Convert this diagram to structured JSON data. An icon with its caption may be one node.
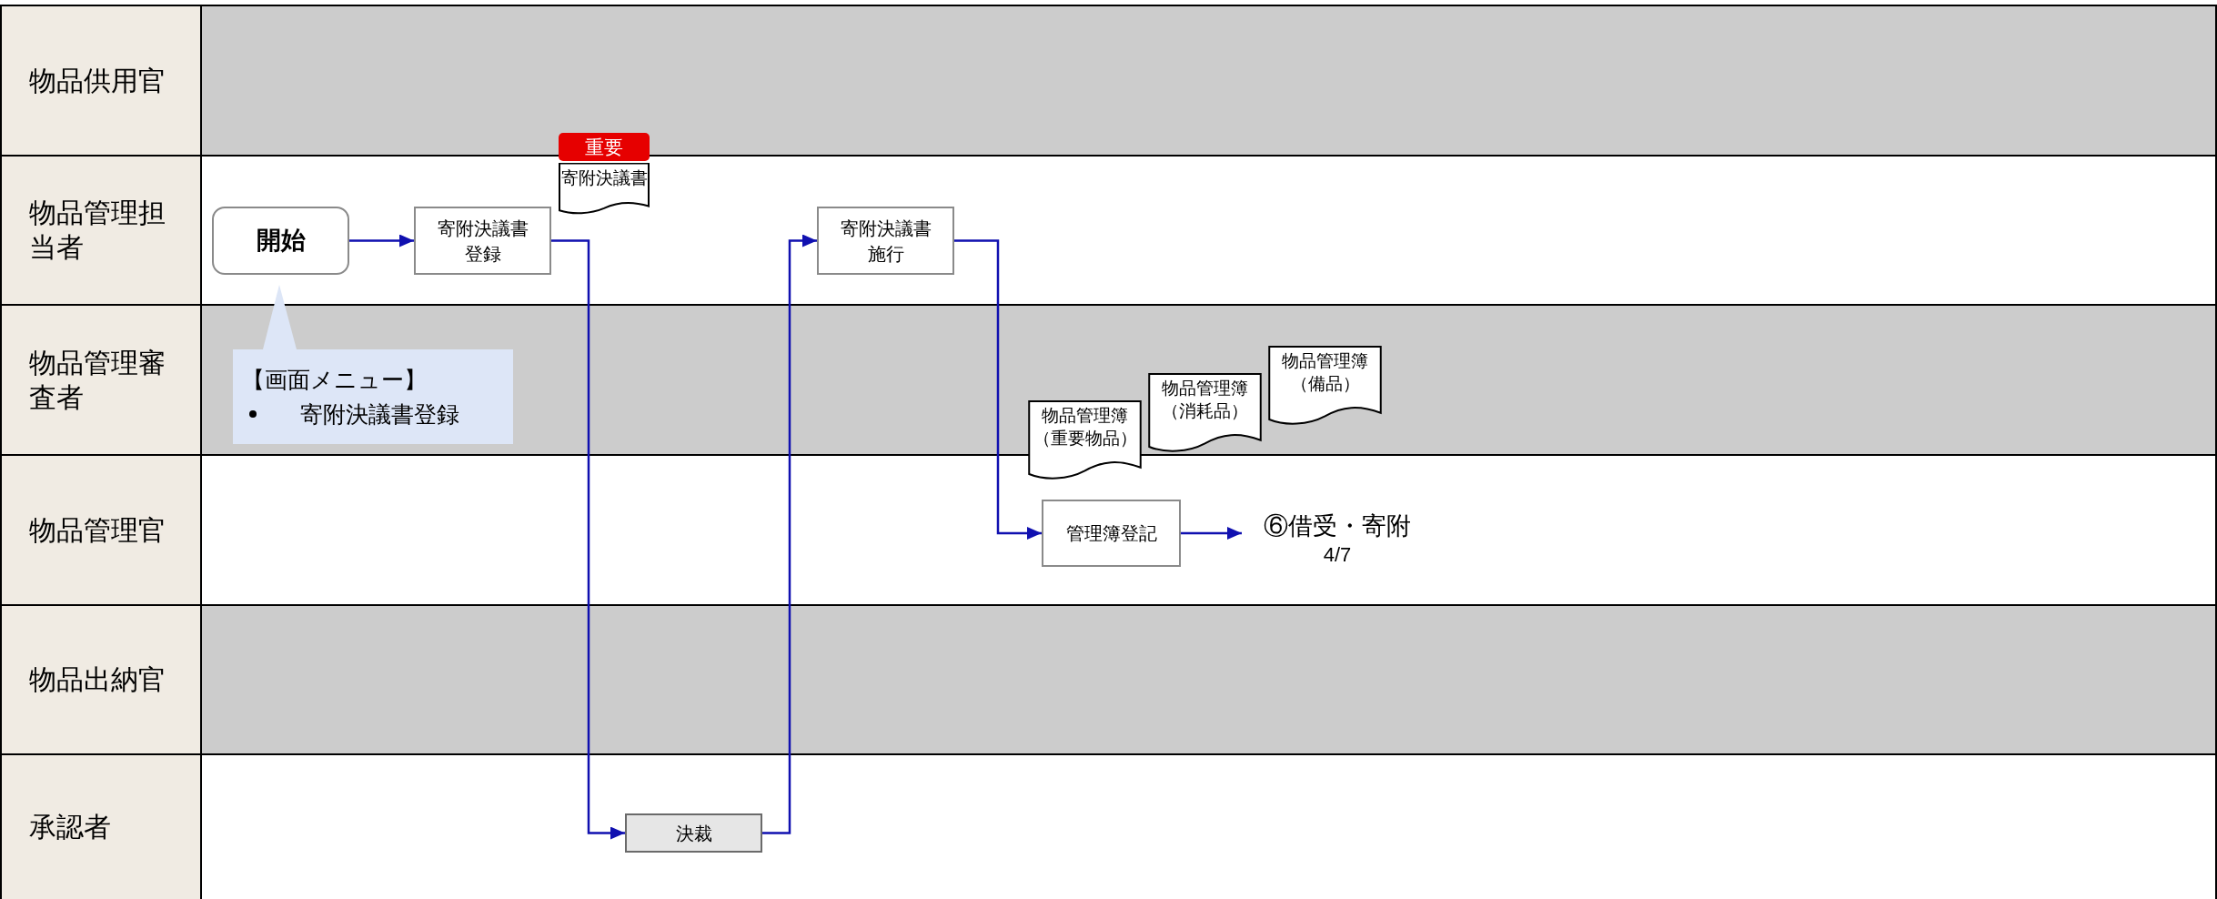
{
  "diagram": {
    "nodes": [
      {
        "text": [
          "物品供用官"
        ]
      },
      {
        "text": [
          "物品管理担当者"
        ]
      },
      {
        "text": [
          "物品管理審査者"
        ]
      },
      {
        "text": [
          "物品管理官"
        ]
      },
      {
        "text": [
          "物品出納官"
        ]
      },
      {
        "text": [
          "承認者"
        ]
      },
      {
        "text": [
          "開始"
        ]
      },
      {
        "text": [
          "寄附決議書登録"
        ]
      },
      {
        "text": [
          "重要"
        ]
      },
      {
        "text": [
          "寄附決議書"
        ]
      },
      {
        "text": [
          "寄附決議書施行"
        ]
      },
      {
        "text": [
          "決裁"
        ]
      },
      {
        "text": [
          "管理簿登記"
        ]
      },
      {
        "text": [
          "物品管理簿（重要物品）"
        ]
      },
      {
        "text": [
          "物品管理簿（消耗品）"
        ]
      },
      {
        "text": [
          "物品管理簿（備品）"
        ]
      },
      {
        "text": [
          "⑥借受・寄附",
          "4/7"
        ]
      },
      {
        "text": [
          "【画面メニュー】",
          "寄附決議書登録"
        ]
      }
    ],
    "edges": [
      {
        "from": 6,
        "to": 7,
        "arrow": "to"
      },
      {
        "from": 7,
        "to": 11,
        "arrow": "to"
      },
      {
        "from": 11,
        "to": 10,
        "arrow": "to"
      },
      {
        "from": 10,
        "to": 12,
        "arrow": "to"
      },
      {
        "from": 12,
        "to": 16,
        "arrow": "to"
      }
    ]
  }
}
